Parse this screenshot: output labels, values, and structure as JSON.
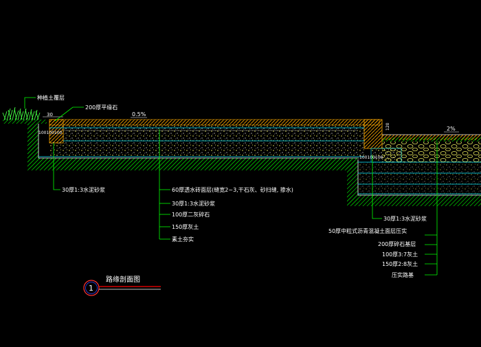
{
  "drawing": {
    "title": "路缘剖面图",
    "section_number": "1",
    "colors": {
      "background": "#000000",
      "annotation": "#ffffff",
      "leader": "#00ff00",
      "soil_hatch": "#00cc00",
      "curb": "#ffaa00",
      "layer_line": "#00e5ff",
      "aggregate": "#ffff66",
      "grass": "#44ff44",
      "title_bar_red": "#ff0000",
      "title_bar_white": "#ffffff",
      "circle": "#ff3333"
    }
  },
  "labels": {
    "planting_soil": "种植土覆层",
    "curb_stone": "200厚平缘石",
    "slope_left": "0.5%",
    "slope_right": "2%",
    "dim_30": "30",
    "dim_left": "100100100",
    "dim_right": "100100100",
    "dim_vertical": "120",
    "mortar_left": "30厚1:3水泥砂浆",
    "porous_brick": "60厚透水砖面层(缝宽2~3,干石灰、砂扫缝, 掺水)",
    "mortar_mid": "30厚1:3水泥砂浆",
    "gravel_100": "100厚二灰碎石",
    "lime_soil_150": "150厚灰土",
    "subgrade_left": "素土夯实",
    "mortar_right": "30厚1:3水泥砂浆",
    "asphalt_50": "50厚中粒式沥青混凝土面层压实",
    "stone_200": "200厚碎石基层",
    "lime_soil_100": "100厚3:7灰土",
    "lime_soil_150b": "150厚2:8灰土",
    "subgrade_right": "压实路基"
  }
}
